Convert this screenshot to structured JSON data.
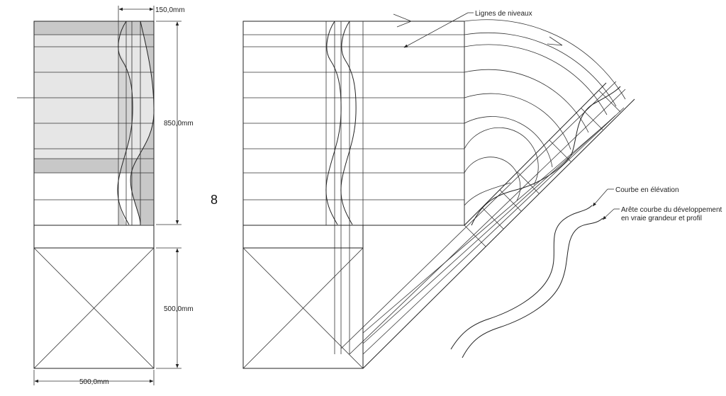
{
  "dimensions": {
    "top_width": "150,0mm",
    "height_upper": "850,0mm",
    "height_lower": "500,0mm",
    "bottom_width": "500,0mm"
  },
  "figure_number": "8",
  "annotations": {
    "level_lines": "Lignes de niveaux",
    "curve_elevation": "Courbe en élévation",
    "edge_line1": "Arête courbe du développement",
    "edge_line2": "en vraie grandeur et profil"
  },
  "colors": {
    "light_fill": "#e6e6e6",
    "dark_fill": "#c8c8c8",
    "line": "#222222"
  }
}
